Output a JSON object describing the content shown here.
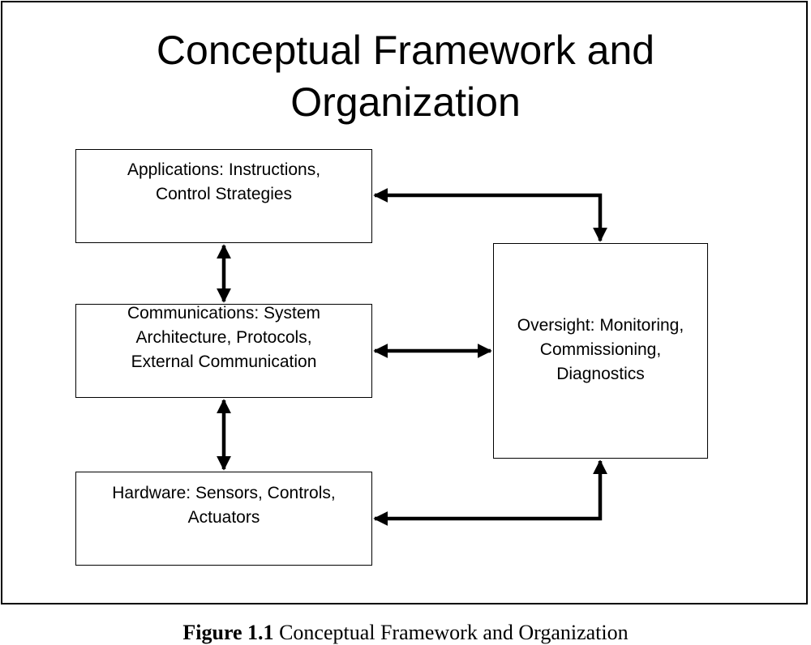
{
  "title": {
    "line1": "Conceptual Framework and",
    "line2": "Organization"
  },
  "boxes": {
    "applications": "Applications: Instructions,\nControl Strategies",
    "communications": "Communications: System\nArchitecture, Protocols,\nExternal Communication",
    "hardware": "Hardware: Sensors, Controls,\nActuators",
    "oversight": "Oversight: Monitoring,\nCommissioning,\nDiagnostics"
  },
  "caption": {
    "label": "Figure 1.1",
    "text": "Conceptual Framework and Organization"
  }
}
